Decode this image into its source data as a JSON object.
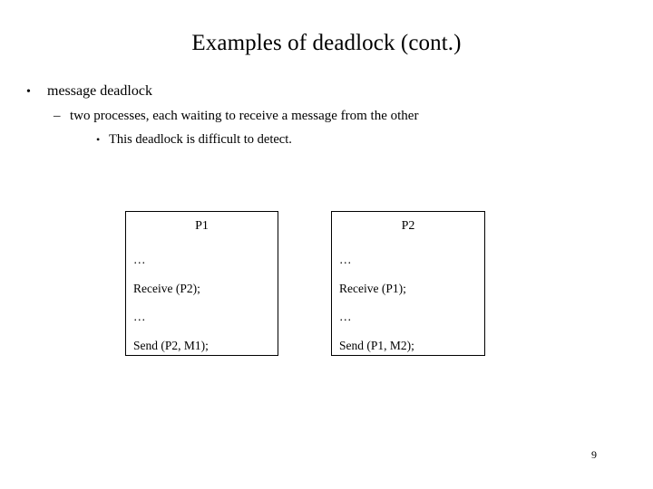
{
  "slide": {
    "title": "Examples of deadlock (cont.)",
    "page_number": "9",
    "background_color": "#ffffff",
    "text_color": "#000000"
  },
  "bullets": [
    {
      "level": 1,
      "marker": "•",
      "text": "message deadlock"
    },
    {
      "level": 2,
      "marker": "–",
      "text": "two processes, each waiting to receive a message from the other"
    },
    {
      "level": 3,
      "marker": "•",
      "text": "This deadlock is difficult to detect."
    }
  ],
  "table": {
    "border_color": "#000000",
    "columns": [
      {
        "header": "P1",
        "lines": [
          "…",
          "Receive (P2);",
          "…",
          "Send (P2, M1);"
        ]
      },
      {
        "header": "P2",
        "lines": [
          "…",
          "Receive (P1);",
          "…",
          "Send (P1, M2);"
        ]
      }
    ]
  }
}
